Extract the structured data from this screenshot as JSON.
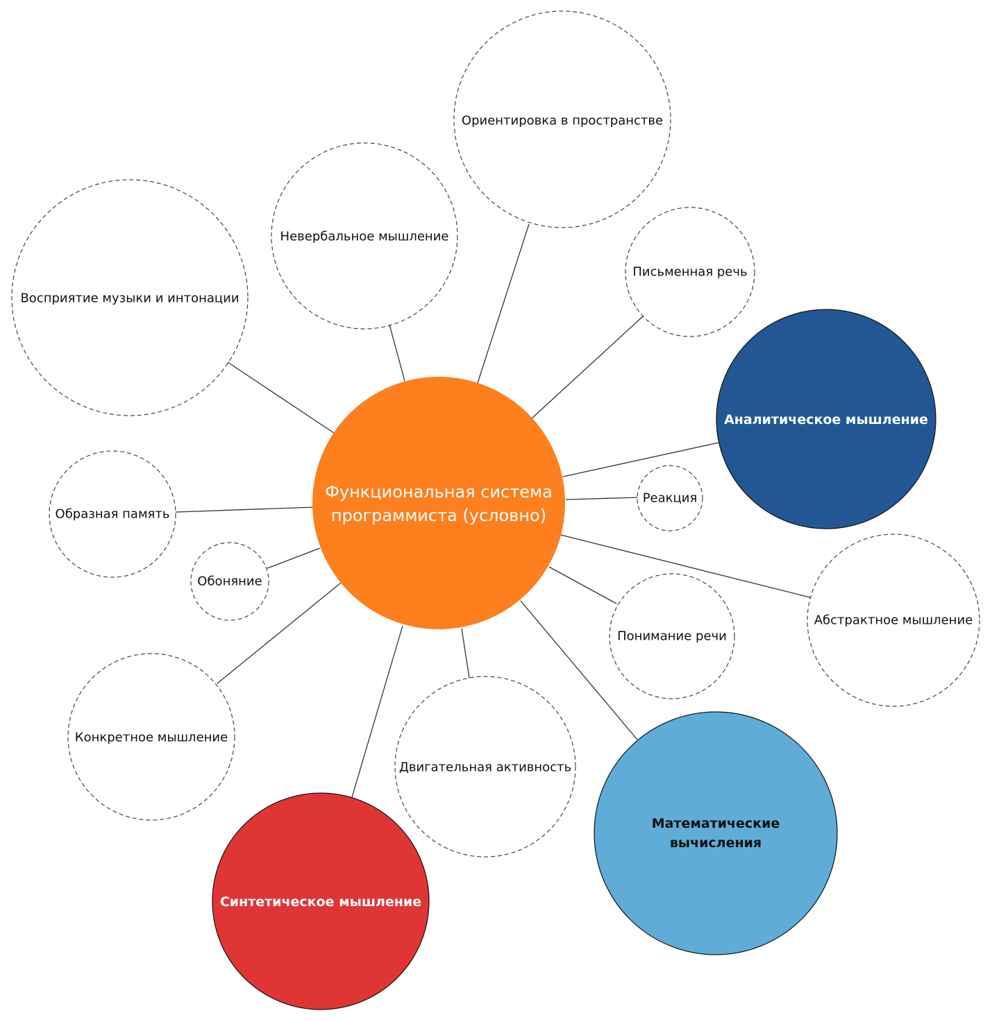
{
  "center": {
    "label": "Функциональная система программиста (условно)",
    "color": "#FD7F1E"
  },
  "nodes": [
    {
      "id": "orientation",
      "label": "Ориентировка в пространстве",
      "style": "dashed"
    },
    {
      "id": "nonverbal",
      "label": "Невербальное мышление",
      "style": "dashed"
    },
    {
      "id": "music",
      "label": "Восприятие музыки и интонации",
      "style": "dashed"
    },
    {
      "id": "writing",
      "label": "Письменная речь",
      "style": "dashed"
    },
    {
      "id": "analytic",
      "label": "Аналитическое мышление",
      "style": "filled",
      "color": "#235794"
    },
    {
      "id": "reaction",
      "label": "Реакция",
      "style": "dashed"
    },
    {
      "id": "imagememory",
      "label": "Образная память",
      "style": "dashed"
    },
    {
      "id": "smell",
      "label": "Обоняние",
      "style": "dashed"
    },
    {
      "id": "abstract",
      "label": "Абстрактное мышление",
      "style": "dashed"
    },
    {
      "id": "speech",
      "label": "Понимание речи",
      "style": "dashed"
    },
    {
      "id": "concrete",
      "label": "Конкретное мышление",
      "style": "dashed"
    },
    {
      "id": "motor",
      "label": "Двигательная активность",
      "style": "dashed"
    },
    {
      "id": "math",
      "label": "Математические вычисления",
      "style": "filled",
      "color": "#5FACD6"
    },
    {
      "id": "synthetic",
      "label": "Синтетическое мышление",
      "style": "filled",
      "color": "#E03535"
    }
  ]
}
